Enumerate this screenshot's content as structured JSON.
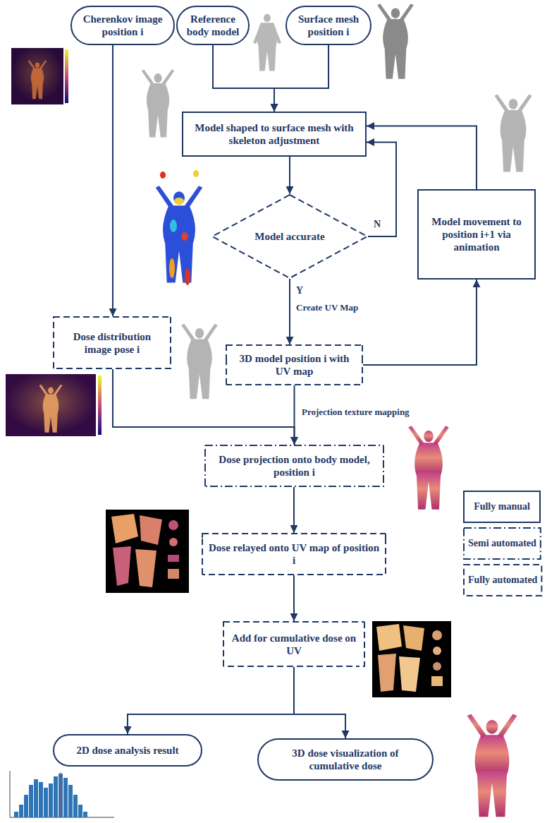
{
  "diagram": {
    "nodes": [
      {
        "text": [
          "Cherenkov image position i"
        ]
      },
      {
        "text": [
          "Reference body model"
        ]
      },
      {
        "text": [
          "Surface mesh position i"
        ]
      },
      {
        "text": [
          "Model shaped to surface mesh with skeleton adjustment"
        ]
      },
      {
        "text": [
          "Model accurate"
        ]
      },
      {
        "text": [
          "Model movement to position i+1 via animation"
        ]
      },
      {
        "text": [
          "Dose distribution image pose i"
        ]
      },
      {
        "text": [
          "3D model position i with UV map"
        ]
      },
      {
        "text": [
          "Dose projection onto body model, position i"
        ]
      },
      {
        "text": [
          "Dose relayed onto UV map of position i"
        ]
      },
      {
        "text": [
          "Add for cumulative dose on UV"
        ]
      },
      {
        "text": [
          "2D dose analysis result"
        ]
      },
      {
        "text": [
          "3D dose visualization of cumulative dose"
        ]
      }
    ],
    "edges": [
      {
        "from": 0,
        "to": 6,
        "arrow": "to"
      },
      {
        "from": 1,
        "to": 3,
        "arrow": "to"
      },
      {
        "from": 2,
        "to": 3,
        "arrow": "to"
      },
      {
        "from": 3,
        "to": 4,
        "arrow": "to"
      },
      {
        "from": 4,
        "to": 3,
        "label": "N",
        "arrow": "to"
      },
      {
        "from": 4,
        "to": 7,
        "label": "Y",
        "arrow": "to"
      },
      {
        "from": 7,
        "to": 5,
        "arrow": "to"
      },
      {
        "from": 5,
        "to": 3,
        "arrow": "to"
      },
      {
        "from": 7,
        "to": 8,
        "arrow": "to"
      },
      {
        "from": 6,
        "to": 8,
        "arrow": "to"
      },
      {
        "from": 8,
        "to": 9,
        "arrow": "to"
      },
      {
        "from": 9,
        "to": 10,
        "arrow": "to"
      },
      {
        "from": 10,
        "to": 11,
        "arrow": "to"
      },
      {
        "from": 10,
        "to": 12,
        "arrow": "to"
      }
    ],
    "labels": [
      "Create UV Map",
      "Projection texture mapping"
    ],
    "legend": [
      {
        "text": "Fully manual"
      },
      {
        "text": "Semi automated"
      },
      {
        "text": "Fully automated"
      }
    ]
  }
}
